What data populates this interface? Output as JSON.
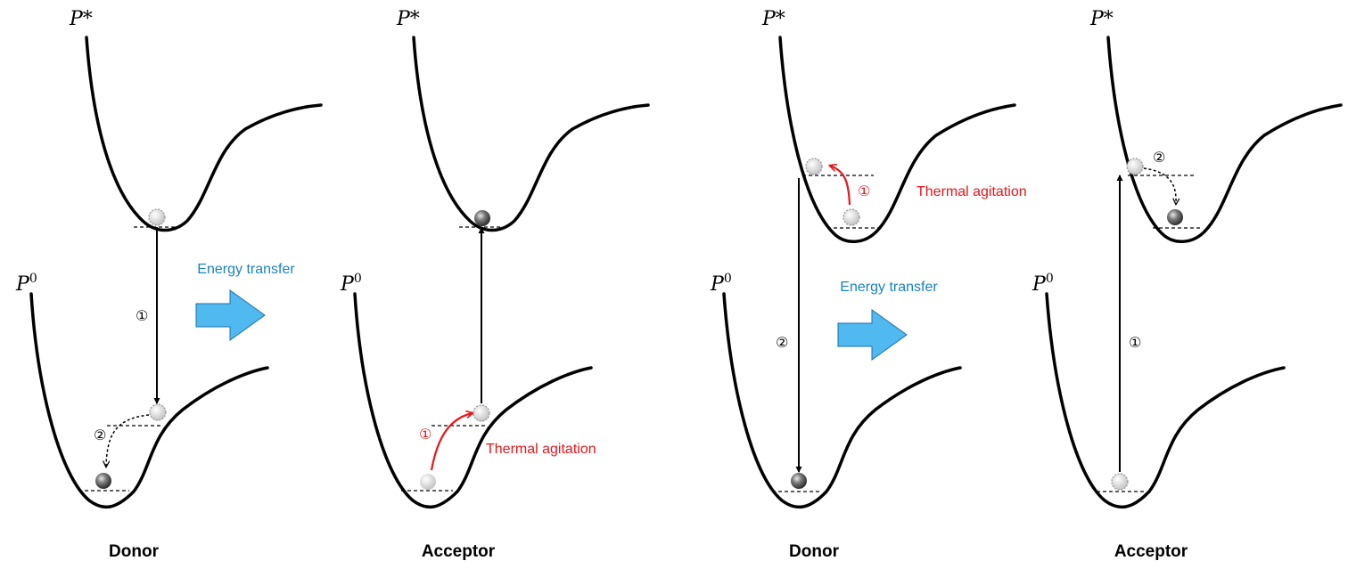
{
  "labels": {
    "excited_state": "P*",
    "ground_state_base": "P",
    "ground_state_sup": "0",
    "energy_transfer": "Energy transfer",
    "thermal_agitation": "Thermal agitation",
    "step_one": "①",
    "step_two": "②",
    "donor": "Donor",
    "acceptor": "Acceptor"
  },
  "colors": {
    "curve": "#000000",
    "energy_transfer_arrow_fill": "#4fb9f0",
    "energy_transfer_arrow_stroke": "#1e6fa8",
    "energy_transfer_text": "#1a82c4",
    "thermal_agitation": "#e8141b"
  }
}
